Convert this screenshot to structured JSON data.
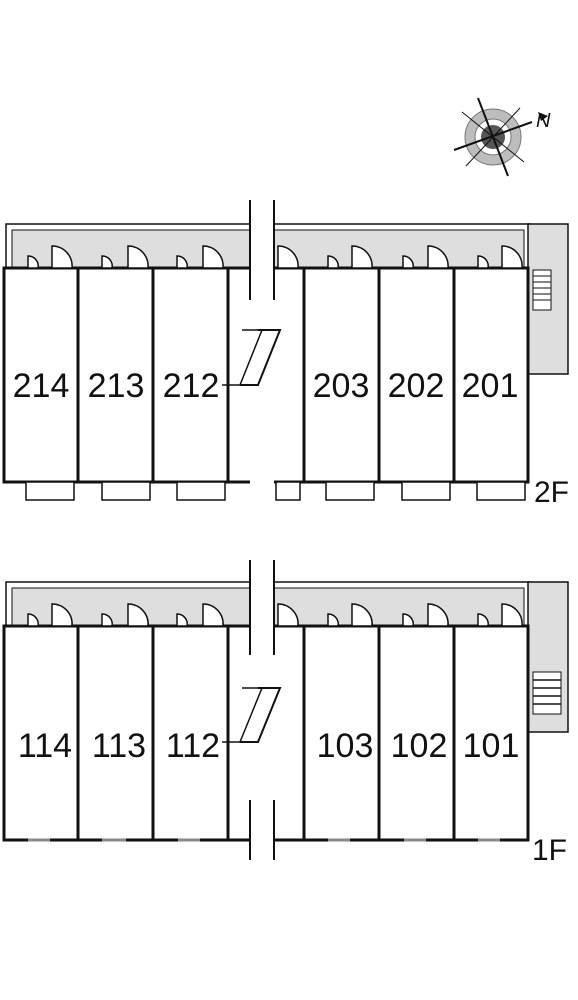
{
  "floors": [
    {
      "label": "2F",
      "units_left": [
        "214",
        "213",
        "212"
      ],
      "units_right": [
        "203",
        "202",
        "201"
      ]
    },
    {
      "label": "1F",
      "units_left": [
        "114",
        "113",
        "112"
      ],
      "units_right": [
        "103",
        "102",
        "101"
      ]
    }
  ],
  "compass": {
    "letter": "N"
  },
  "colors": {
    "line": "#111111",
    "corridor": "#dedede"
  }
}
